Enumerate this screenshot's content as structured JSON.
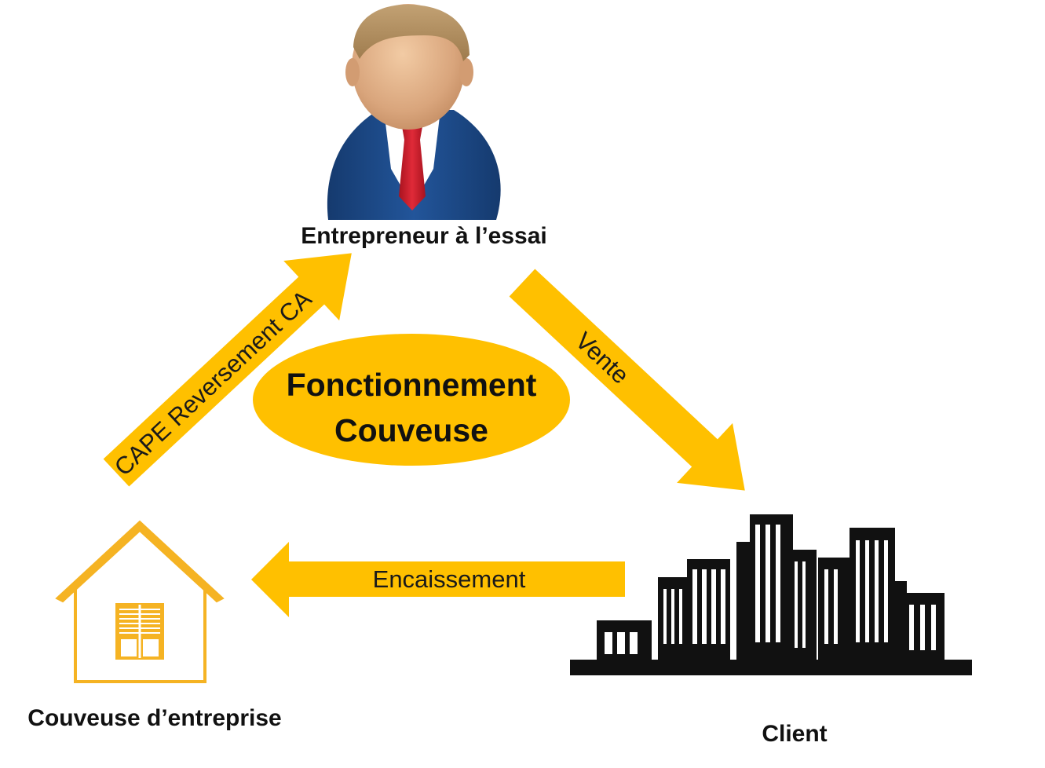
{
  "center": {
    "line1": "Fonctionnement",
    "line2": "Couveuse"
  },
  "nodes": {
    "entrepreneur": "Entrepreneur à l’essai",
    "couveuse": "Couveuse d’entreprise",
    "client": "Client"
  },
  "arrows": {
    "couveuse_to_entrepreneur": "CAPE Reversement CA",
    "entrepreneur_to_client": "Vente",
    "client_to_couveuse": "Encaissement"
  },
  "icons": {
    "entrepreneur": "businessman-icon",
    "couveuse": "house-icon",
    "client": "city-buildings-icon"
  },
  "colors": {
    "arrow": "#FFC000",
    "ellipse": "#FFC000",
    "house": "#F5B323",
    "suit": "#1F4E8C",
    "tie": "#D01F2E",
    "buildings": "#111111"
  }
}
